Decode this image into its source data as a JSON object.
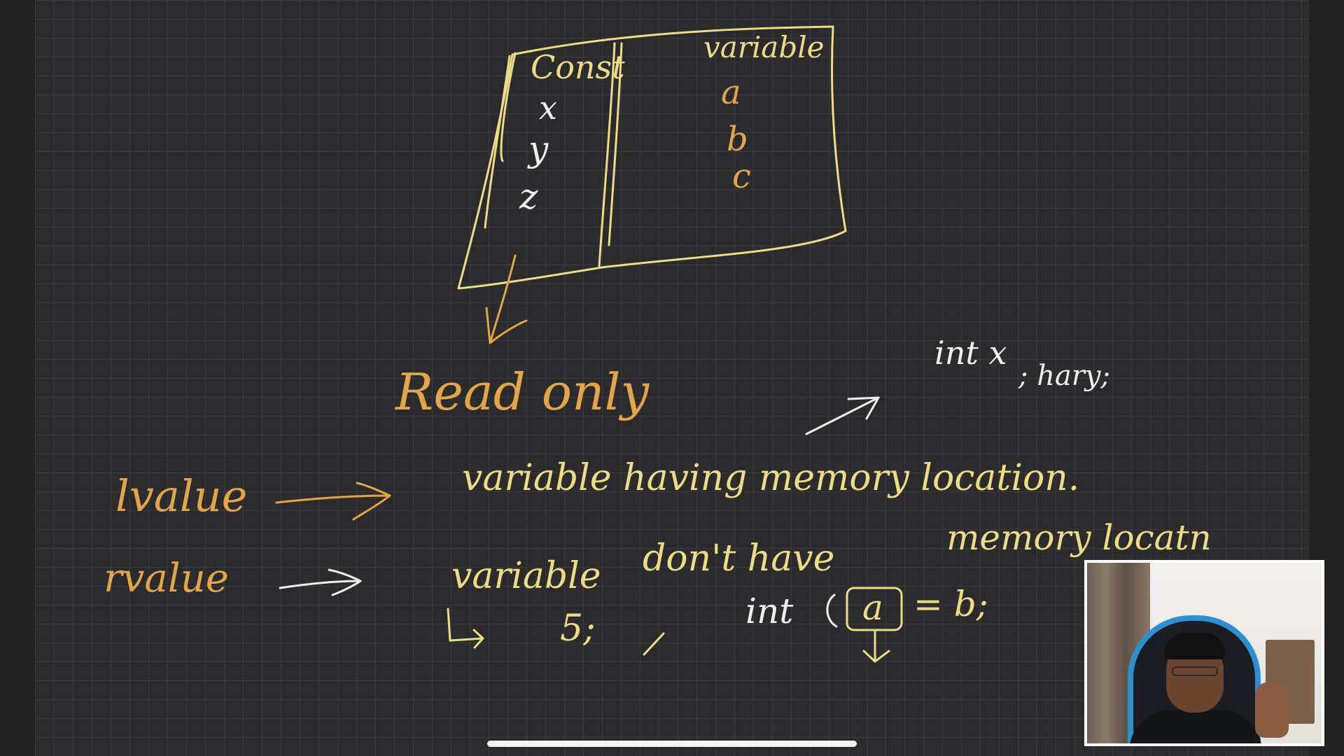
{
  "whiteboard": {
    "table": {
      "left_header": "Const",
      "right_header": "variable",
      "left_items": [
        "x",
        "y",
        "z"
      ],
      "right_items": [
        "a",
        "b",
        "c"
      ]
    },
    "read_only": "Read only",
    "int_decl_1": "int x",
    "int_decl_2": "; hary;",
    "lvalue_label": "lvalue",
    "lvalue_desc": "variable having memory location.",
    "rvalue_label": "rvalue",
    "rvalue_desc_1": "variable",
    "rvalue_desc_2": "don't have",
    "rvalue_desc_3": "memory locatn",
    "example_literal": "5;",
    "example_code_1": "int",
    "example_code_2": "a",
    "example_code_3": "= b;",
    "colors": {
      "yellow_ink": "#ecdc86",
      "orange_ink": "#e2a54a",
      "white_ink": "#eeeeee"
    }
  },
  "webcam": {
    "label": "presenter webcam"
  }
}
